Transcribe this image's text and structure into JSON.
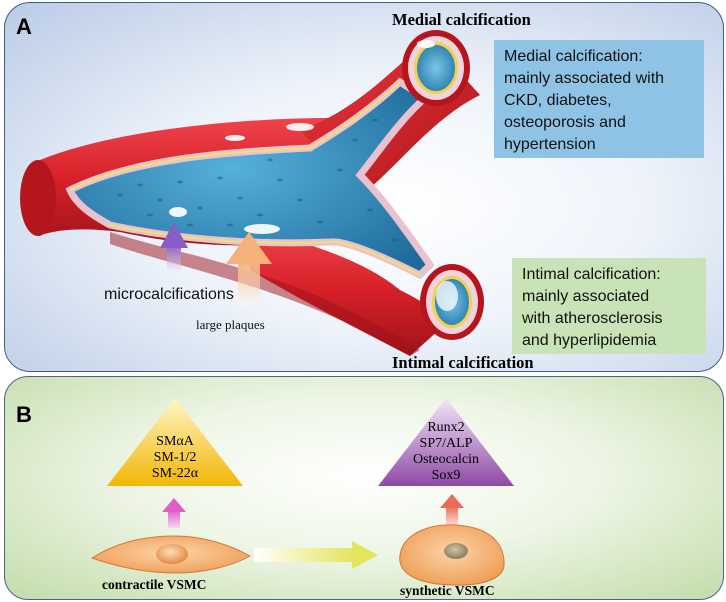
{
  "panel_a": {
    "letter": "A",
    "medial_title": "Medial calcification",
    "intimal_title": "Intimal calcification",
    "medial_box_lines": [
      "Medial calcification:",
      "mainly associated with",
      "CKD, diabetes,",
      "osteoporosis and",
      "hypertension"
    ],
    "intimal_box_lines": [
      "Intimal calcification:",
      "mainly associated",
      "with atherosclerosis",
      "and hyperlipidemia"
    ],
    "microcalcifications_label": "microcalcifications",
    "large_plaques_label": "large plaques",
    "colors": {
      "vessel": "#d8232a",
      "lumen": "#2f86b4",
      "medial_box": "#8fc3e6",
      "intimal_box": "#c8e3b8"
    }
  },
  "panel_b": {
    "letter": "B",
    "contractile_markers": [
      "SMαA",
      "SM-1/2",
      "SM-22α"
    ],
    "synthetic_markers": [
      "Runx2",
      "SP7/ALP",
      "Osteocalcin",
      "Sox9"
    ],
    "contractile_label": "contractile VSMC",
    "synthetic_label": "synthetic VSMC",
    "colors": {
      "contractile_triangle": "#f2b705",
      "synthetic_triangle": "#8e4aa6",
      "cell": "#f3b27a"
    }
  }
}
